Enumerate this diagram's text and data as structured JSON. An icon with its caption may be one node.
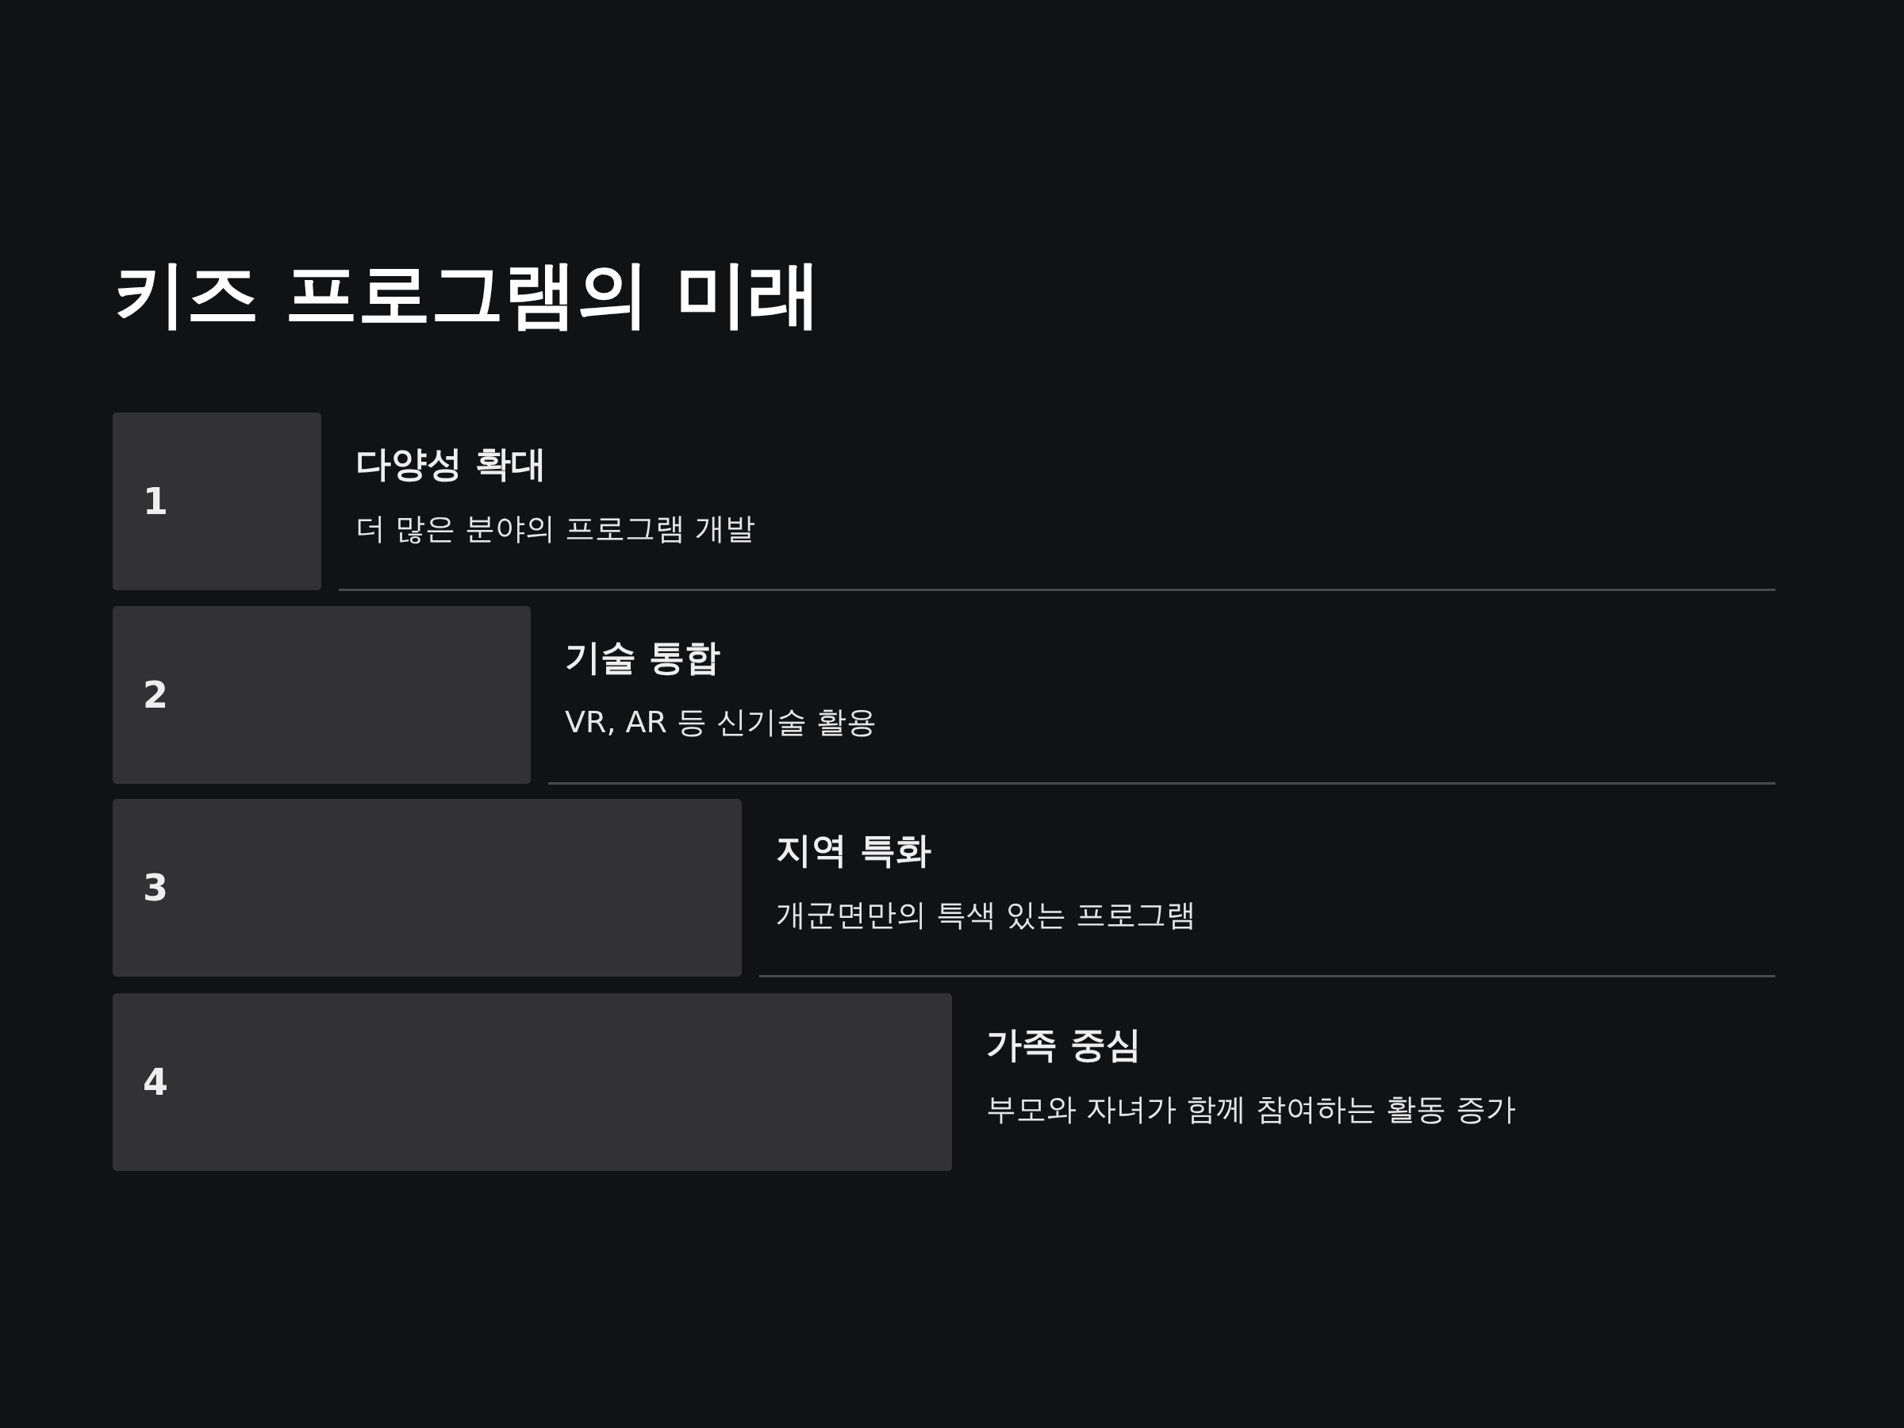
{
  "diagram": {
    "title": "키즈 프로그램의 미래",
    "nodes": [
      {
        "text": [
          "1"
        ],
        "beside": [
          "다양성 확대",
          "더 많은 분야의 프로그램 개발"
        ]
      },
      {
        "text": [
          "2"
        ],
        "beside": [
          "기술 통합",
          "VR, AR 등 신기술 활용"
        ]
      },
      {
        "text": [
          "3"
        ],
        "beside": [
          "지역 특화",
          "개군면만의 특색 있는 프로그램"
        ]
      },
      {
        "text": [
          "4"
        ],
        "beside": [
          "가족 중심",
          "부모와 자녀가 함께 참여하는 활동 증가"
        ]
      }
    ],
    "edges": []
  }
}
